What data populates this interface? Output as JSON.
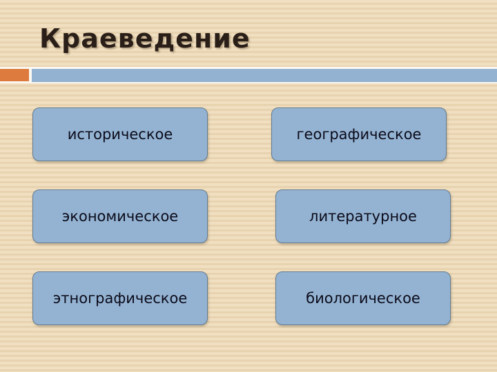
{
  "slide": {
    "title": "Краеведение",
    "colors": {
      "background": "#efdcbc",
      "accent_orange": "#dd7b3e",
      "accent_blue": "#93b2d2",
      "card_fill": "#94b3d2",
      "card_border": "#637b91"
    },
    "cards": [
      {
        "label": "историческое"
      },
      {
        "label": "географическое"
      },
      {
        "label": "экономическое"
      },
      {
        "label": "литературное"
      },
      {
        "label": "этнографическое"
      },
      {
        "label": "биологическое"
      }
    ]
  }
}
